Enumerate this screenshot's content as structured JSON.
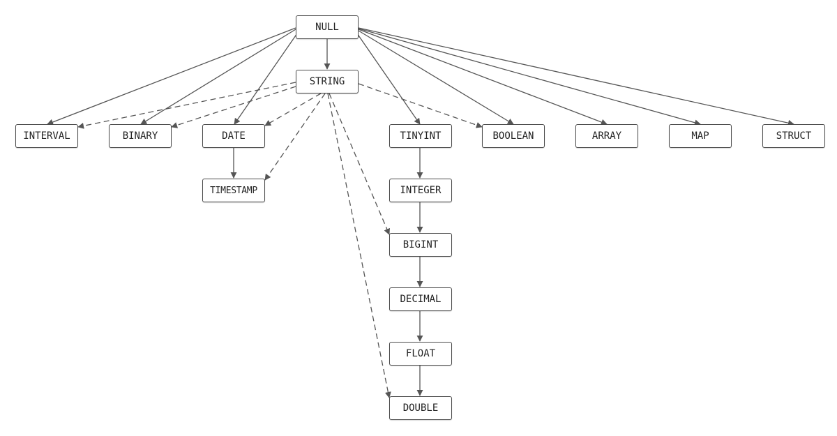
{
  "diagram": {
    "nodes": [
      {
        "id": "NULL",
        "label": "NULL"
      },
      {
        "id": "STRING",
        "label": "STRING"
      },
      {
        "id": "INTERVAL",
        "label": "INTERVAL"
      },
      {
        "id": "BINARY",
        "label": "BINARY"
      },
      {
        "id": "DATE",
        "label": "DATE"
      },
      {
        "id": "TIMESTAMP",
        "label": "TIMESTAMP"
      },
      {
        "id": "TINYINT",
        "label": "TINYINT"
      },
      {
        "id": "INTEGER",
        "label": "INTEGER"
      },
      {
        "id": "BIGINT",
        "label": "BIGINT"
      },
      {
        "id": "DECIMAL",
        "label": "DECIMAL"
      },
      {
        "id": "FLOAT",
        "label": "FLOAT"
      },
      {
        "id": "DOUBLE",
        "label": "DOUBLE"
      },
      {
        "id": "BOOLEAN",
        "label": "BOOLEAN"
      },
      {
        "id": "ARRAY",
        "label": "ARRAY"
      },
      {
        "id": "MAP",
        "label": "MAP"
      },
      {
        "id": "STRUCT",
        "label": "STRUCT"
      }
    ],
    "solid_edges": [
      [
        "NULL",
        "STRING"
      ],
      [
        "NULL",
        "INTERVAL"
      ],
      [
        "NULL",
        "BINARY"
      ],
      [
        "NULL",
        "DATE"
      ],
      [
        "NULL",
        "TINYINT"
      ],
      [
        "NULL",
        "BOOLEAN"
      ],
      [
        "NULL",
        "ARRAY"
      ],
      [
        "NULL",
        "MAP"
      ],
      [
        "NULL",
        "STRUCT"
      ],
      [
        "DATE",
        "TIMESTAMP"
      ],
      [
        "TINYINT",
        "INTEGER"
      ],
      [
        "INTEGER",
        "BIGINT"
      ],
      [
        "BIGINT",
        "DECIMAL"
      ],
      [
        "DECIMAL",
        "FLOAT"
      ],
      [
        "FLOAT",
        "DOUBLE"
      ]
    ],
    "dashed_edges": [
      [
        "STRING",
        "INTERVAL"
      ],
      [
        "STRING",
        "BINARY"
      ],
      [
        "STRING",
        "DATE"
      ],
      [
        "STRING",
        "TIMESTAMP"
      ],
      [
        "STRING",
        "BIGINT"
      ],
      [
        "STRING",
        "DOUBLE"
      ],
      [
        "STRING",
        "BOOLEAN"
      ]
    ],
    "colors": {
      "line": "#555555",
      "border": "#4a4a4a",
      "text": "#222222",
      "background": "#ffffff"
    }
  }
}
